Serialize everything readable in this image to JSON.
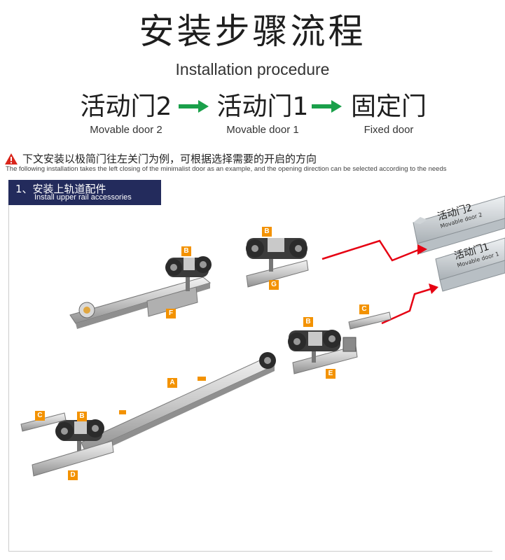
{
  "header": {
    "title_cn": "安装步骤流程",
    "title_en": "Installation procedure"
  },
  "flow": [
    {
      "cn": "活动门2",
      "en": "Movable door 2"
    },
    {
      "cn": "活动门1",
      "en": "Movable door 1"
    },
    {
      "cn": "固定门",
      "en": "Fixed door"
    }
  ],
  "notice": {
    "cn": "下文安装以极简门往左关门为例，可根据选择需要的开启的方向",
    "en": "The following installation takes the left closing of the minimalist door as an example, and the opening direction can be selected according to the needs"
  },
  "section": {
    "cn": "1、安装上轨道配件",
    "en": "Install upper rail accessories"
  },
  "rails": [
    {
      "cn": "活动门2",
      "en": "Movable door 2"
    },
    {
      "cn": "活动门1",
      "en": "Movable door 1"
    }
  ],
  "part_labels": {
    "a": "A",
    "b1": "B",
    "b2": "B",
    "b3": "B",
    "b4": "B",
    "c1": "C",
    "c2": "C",
    "d": "D",
    "e": "E",
    "f": "F",
    "g": "G"
  },
  "colors": {
    "accent_orange": "#f39200",
    "flow_arrow_green": "#1aa04a",
    "section_navy": "#232b5c",
    "callout_red": "#e60012",
    "warning_red": "#d9261c"
  }
}
